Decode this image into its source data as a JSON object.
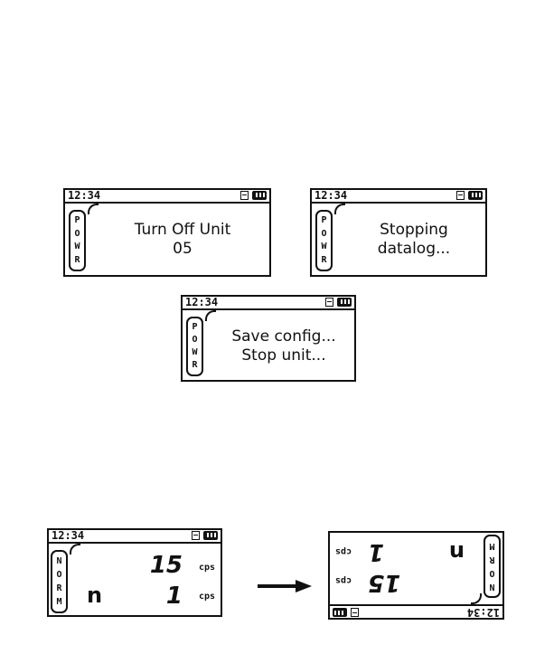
{
  "screens": [
    {
      "clock": "12:34",
      "mode_letters": [
        "P",
        "O",
        "W",
        "R"
      ],
      "lines": [
        "Turn Off Unit",
        "05"
      ]
    },
    {
      "clock": "12:34",
      "mode_letters": [
        "P",
        "O",
        "W",
        "R"
      ],
      "lines": [
        "Stopping",
        "datalog..."
      ]
    },
    {
      "clock": "12:34",
      "mode_letters": [
        "P",
        "O",
        "W",
        "R"
      ],
      "lines": [
        "Save config...",
        "Stop unit..."
      ]
    }
  ],
  "norm_screen": {
    "clock": "12:34",
    "mode_letters": [
      "N",
      "O",
      "R",
      "M"
    ],
    "rows": [
      {
        "label": "",
        "value": "15",
        "unit": "cps"
      },
      {
        "label": "n",
        "value": "1",
        "unit": "cps"
      }
    ]
  },
  "icons": [
    "floppy-disk-icon",
    "battery-icon",
    "arrow-right-icon"
  ]
}
